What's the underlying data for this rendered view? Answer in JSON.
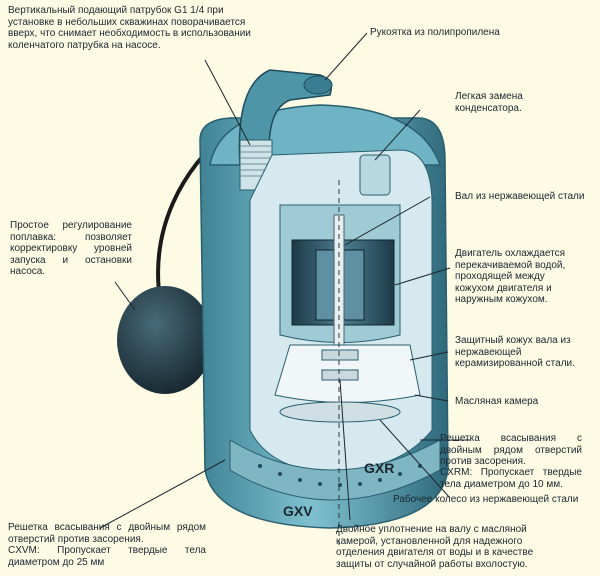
{
  "labels": {
    "outlet": "Вертикальный подающий патрубок G1 1/4 при установке в небольших скважинах поворачивается вверх, что снимает необходимость в использовании коленчатого патрубка на насосе.",
    "handle": "Рукоятка из полипропилена",
    "capacitor": "Легкая замена конденсатора.",
    "shaft": "Вал из нержавеющей стали",
    "motor_cooling": "Двигатель охлаждается перекачиваемой водой, проходящей между кожухом двигателя и наружным кожухом.",
    "float": "Простое регулирование поплавка: позволяет корректировку уровней запуска и остановки насоса.",
    "shaft_sleeve": "Защитный кожух вала из нержавеющей керамизированной стали.",
    "oil_chamber": "Масляная камера",
    "gxr_strainer_title": "Решетка всасывания с двойным рядом отверстий против засорения.",
    "gxr_strainer_note": "CXRM: Пропускает твердые тела диаметром до 10 мм.",
    "impeller": "Рабочее колесо из нержавеющей стали",
    "gxv_strainer_title": "Решетка всасывания с двойным рядом отверстий против засорения.",
    "gxv_strainer_note": "CXVM: Пропускает твердые тела диаметром до 25 мм",
    "seal": "Двойное уплотнение на валу с масляной камерой, установленной для надежного отделения двигателя от воды и в качестве защиты от случайной работы вхолостую."
  },
  "models": {
    "gxr": "GXR",
    "gxv": "GXV"
  },
  "colors": {
    "background": "#fdfbe4",
    "casing": "#5b9fb0",
    "casing_dark": "#2f6a7c",
    "interior": "#d5e9ee",
    "motor": "#2b4e60",
    "float": "#1f3540",
    "leader": "#1c2630"
  }
}
